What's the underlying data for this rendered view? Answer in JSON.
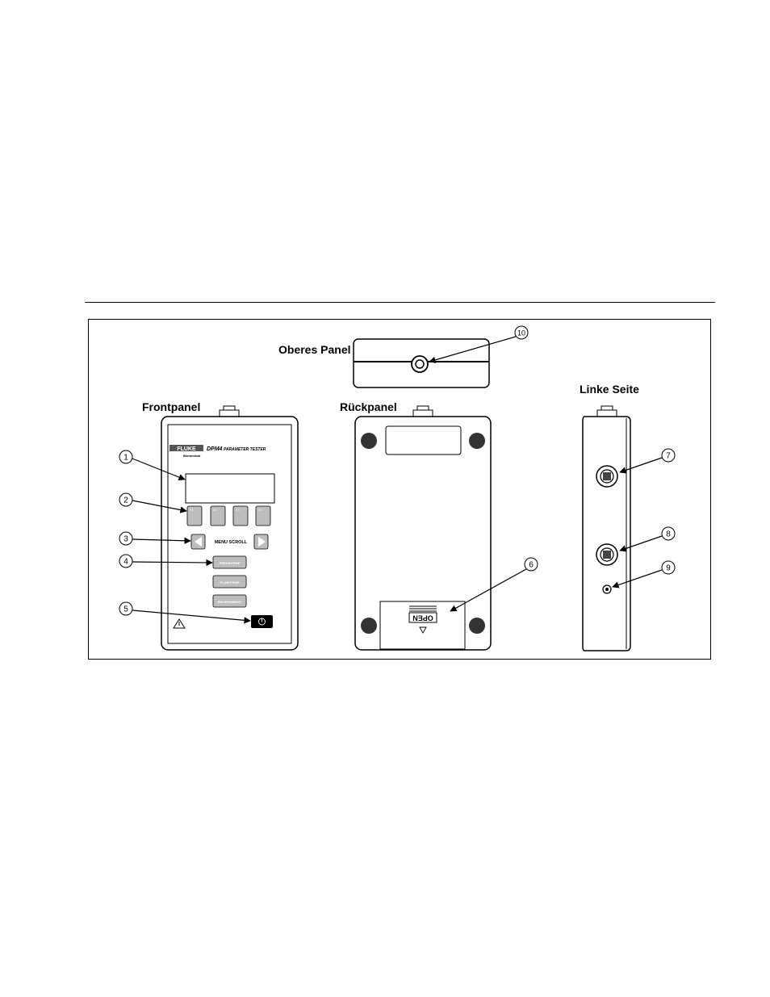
{
  "figure": {
    "views": {
      "top": "Oberes Panel",
      "front": "Frontpanel",
      "back": "Rückpanel",
      "side": "Linke Seite"
    },
    "device": {
      "brand": "FLUKE",
      "sub_brand": "Biomedical",
      "model": "DPM4",
      "model_desc": "PARAMETER TESTER",
      "softkeys": [
        "F1",
        "F2",
        "F3",
        "F4"
      ],
      "menu_scroll_label": "MENU SCROLL",
      "buttons": [
        "PRESS/TEMP",
        "FLOW/TEMP",
        "ENVIRONMENT"
      ],
      "battery_door_label": "OPEN"
    },
    "callouts": [
      "1",
      "2",
      "3",
      "4",
      "5",
      "6",
      "7",
      "8",
      "9",
      "10"
    ]
  }
}
